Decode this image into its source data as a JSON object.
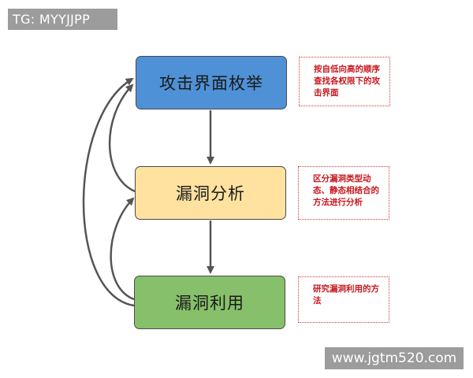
{
  "watermarks": {
    "top_left": "TG: MYYJJPP",
    "bottom_right": "www.jgtm520.com"
  },
  "steps": [
    {
      "label": "攻击界面枚举",
      "note": "按自低向高的顺序查找各权限下的攻击界面",
      "color": "#4f91d6"
    },
    {
      "label": "漏洞分析",
      "note": "区分漏洞类型动态、静态相结合的方法进行分析",
      "color": "#ffe2a0"
    },
    {
      "label": "漏洞利用",
      "note": "研究漏洞利用的方法",
      "color": "#87c06a"
    }
  ],
  "colors": {
    "arrow": "#555555",
    "note_border": "#d23a3a",
    "note_text": "#c8171e"
  }
}
